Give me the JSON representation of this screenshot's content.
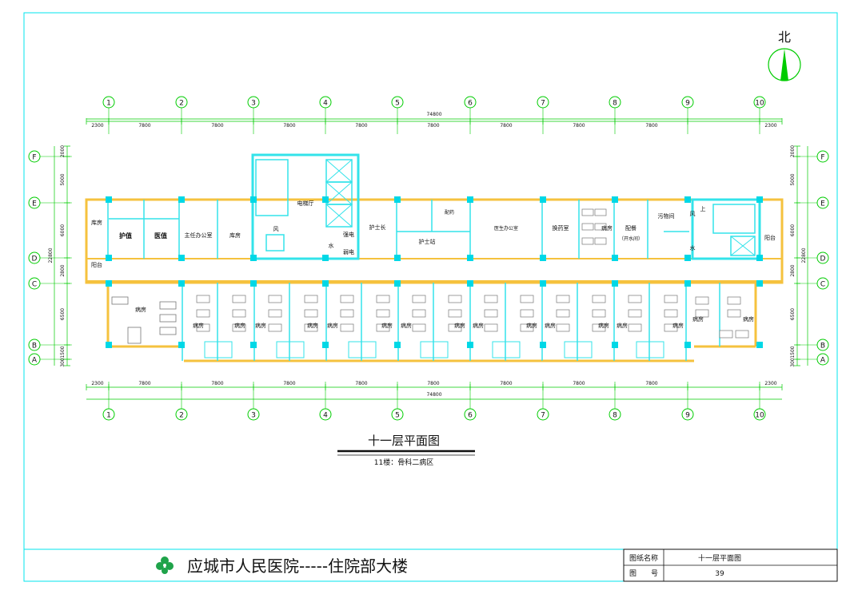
{
  "north_label": "北",
  "grid_columns": [
    "1",
    "2",
    "3",
    "4",
    "5",
    "6",
    "7",
    "8",
    "9",
    "10"
  ],
  "grid_rows": [
    "F",
    "E",
    "D",
    "C",
    "B",
    "A"
  ],
  "dims_top_total": "74800",
  "dims_top": [
    "2300",
    "7800",
    "7800",
    "7800",
    "7800",
    "7800",
    "7800",
    "7800",
    "7800",
    "2300"
  ],
  "dims_bottom_total": "74800",
  "dims_bottom": [
    "2300",
    "7800",
    "7800",
    "7800",
    "7800",
    "7800",
    "7800",
    "7800",
    "7800",
    "2300"
  ],
  "dims_left": [
    "2000",
    "5000",
    "6000",
    "2800",
    "6500",
    "1500",
    "300"
  ],
  "dims_left_total": "22800",
  "dims_right": [
    "2000",
    "5000",
    "6000",
    "2800",
    "6500",
    "1500",
    "300"
  ],
  "dims_right_total": "22800",
  "rooms": {
    "balcony_w": "阳台",
    "storage_w": "库房",
    "nurse_duty": "护值",
    "doctor_duty": "医值",
    "director_office": "主任办公室",
    "storage": "库房",
    "elevator_hall": "电梯厅",
    "wind": "风",
    "water": "水",
    "elec_strong": "强电",
    "elec_weak": "弱电",
    "head_nurse": "护士长",
    "nurse_station": "护士站",
    "dispensary": "配药",
    "doctor_office": "医生办公室",
    "dressing_room": "换药室",
    "ward": "病房",
    "pantry": "配餐",
    "boiling_room": "（开水间）",
    "dirty_room": "污物间",
    "wind_e": "风",
    "water_e": "水",
    "balcony_e": "阳台",
    "up": "上"
  },
  "drawing_title": "十一层平面图",
  "drawing_subtitle": "11楼：骨科二病区",
  "titleblock": {
    "project": "应城市人民医院-----住院部大楼",
    "label_name": "图纸名称",
    "value_name": "十一层平面图",
    "label_no": "图　　号",
    "value_no": "39"
  },
  "colors": {
    "frame": "#00e5ee",
    "grid": "#00cc00",
    "wall_outer": "#f5c23e",
    "wall_inner": "#33e3ea",
    "column": "#00d8e6",
    "text": "#111111"
  }
}
